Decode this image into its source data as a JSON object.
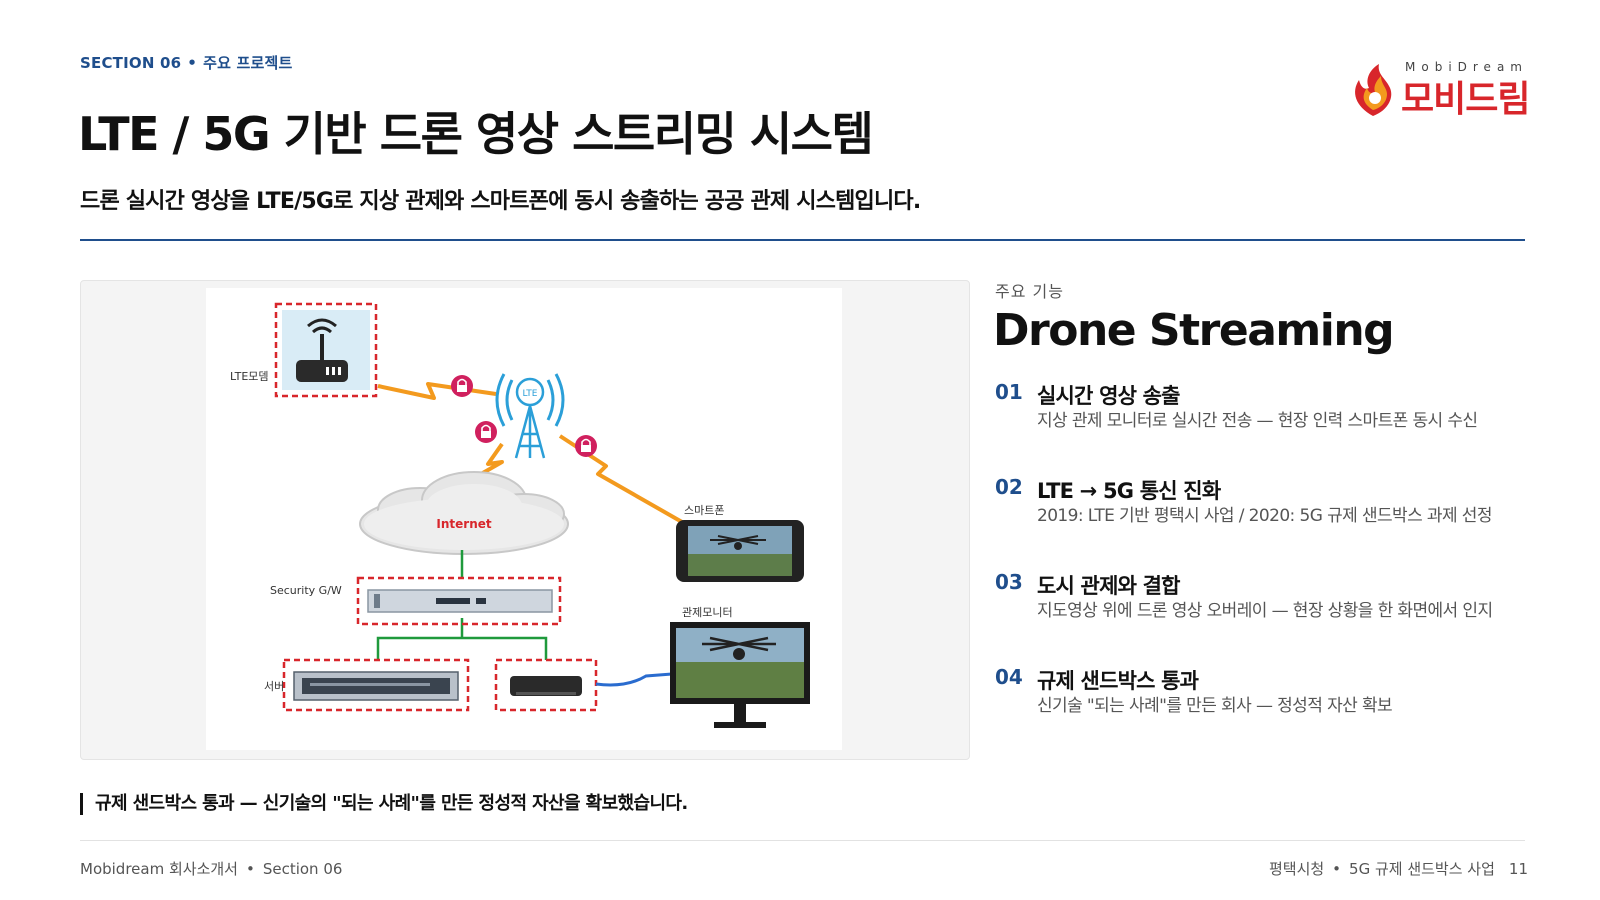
{
  "header": {
    "section_label": "SECTION 06",
    "section_topic": "주요 프로젝트",
    "title": "LTE / 5G 기반 드론 영상 스트리밍 시스템",
    "subtitle": "드론 실시간 영상을 LTE/5G로 지상 관제와 스마트폰에 동시 송출하는 공공 관제 시스템입니다."
  },
  "logo": {
    "top_text": "MobiDream",
    "main_text": "모비드림"
  },
  "diagram": {
    "labels": {
      "lte_modem": "LTE모뎀",
      "lte_tower": "LTE",
      "internet": "Internet",
      "security_gw": "Security G/W",
      "server": "서버",
      "smartphone": "스마트폰",
      "control_monitor": "관제모니터"
    }
  },
  "features": {
    "label": "주요 기능",
    "title": "Drone Streaming",
    "items": [
      {
        "num": "01",
        "title": "실시간 영상 송출",
        "desc": "지상 관제 모니터로 실시간 전송 — 현장 인력 스마트폰 동시 수신"
      },
      {
        "num": "02",
        "title": "LTE → 5G 통신 진화",
        "desc": "2019: LTE 기반 평택시 사업 / 2020: 5G 규제 샌드박스 과제 선정"
      },
      {
        "num": "03",
        "title": "도시 관제와 결합",
        "desc": "지도영상 위에 드론 영상 오버레이 — 현장 상황을 한 화면에서 인지"
      },
      {
        "num": "04",
        "title": "규제 샌드박스 통과",
        "desc": "신기술 \"되는 사례\"를 만든 회사 — 정성적 자산 확보"
      }
    ]
  },
  "callout": "규제 샌드박스 통과 — 신기술의 \"되는 사례\"를 만든 정성적 자산을 확보했습니다.",
  "footer": {
    "left_company": "Mobidream 회사소개서",
    "left_section": "Section 06",
    "right_client": "평택시청",
    "right_project": "5G 규제 샌드박스 사업",
    "page": "11"
  },
  "colors": {
    "accent": "#1f4e8c",
    "logo_red": "#d8262b",
    "lock_pink": "#d0205e",
    "signal_orange": "#f39a1e",
    "tower_blue": "#2b9fd8",
    "wire_green": "#1f9a3c",
    "dashed_red": "#d8262b"
  }
}
